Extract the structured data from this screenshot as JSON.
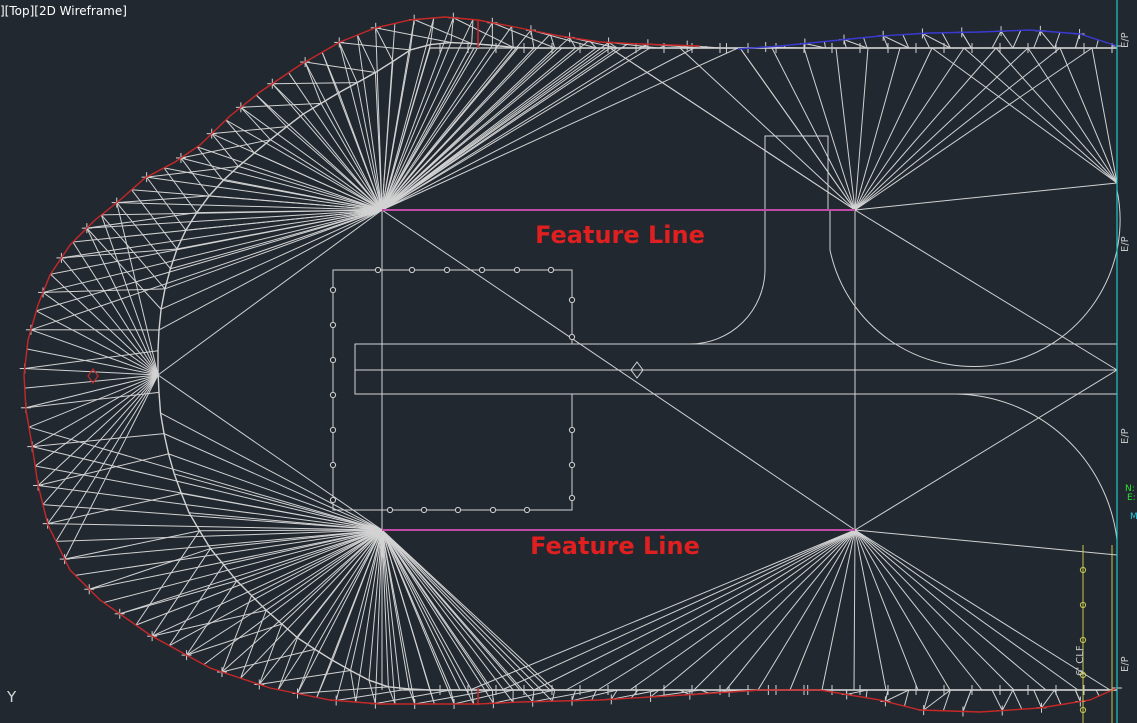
{
  "viewport": {
    "label": "][Top][2D Wireframe]",
    "ucs_axis": "Y"
  },
  "annotations": {
    "feature_line_1": "Feature Line",
    "feature_line_2": "Feature Line",
    "ep_labels": [
      "E/P",
      "E/P",
      "E/P",
      "E/P"
    ],
    "clf_label": "6' CLF",
    "side_marker_1": "N:",
    "side_marker_2": "E:",
    "side_marker_3": "M"
  },
  "colors": {
    "background": "#212830",
    "tin_lines": "#d2d2d2",
    "boundary_red": "#c62828",
    "boundary_blue": "#3a3ad0",
    "feature_line": "#c04aa8",
    "annotation_red": "#e02020",
    "cyan_line": "#1ec8c8",
    "fence_yellow": "#c8c850"
  }
}
